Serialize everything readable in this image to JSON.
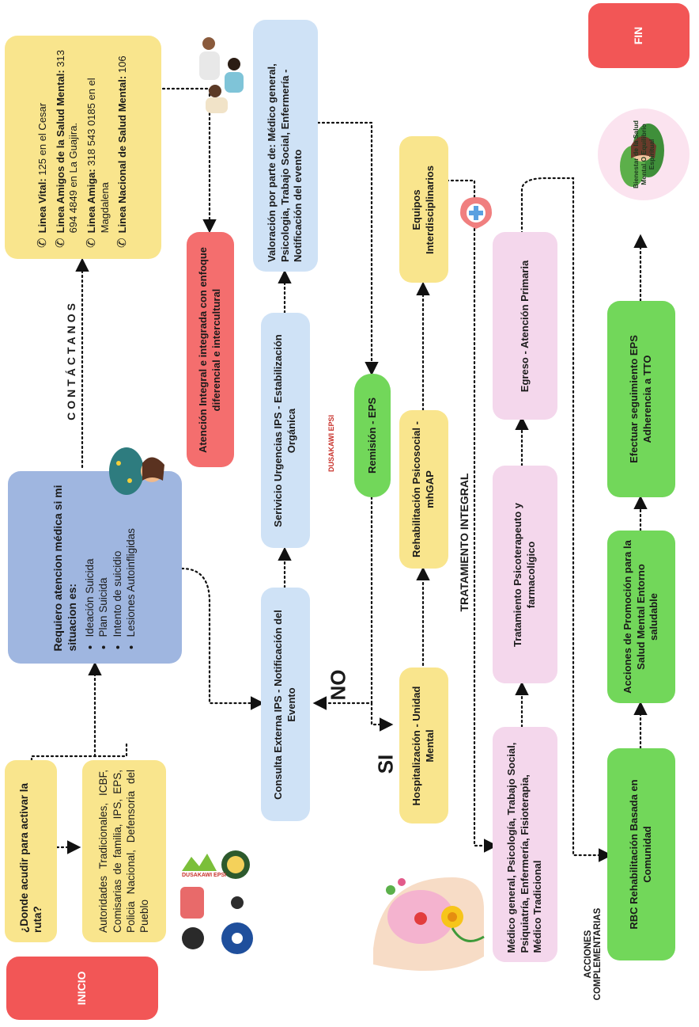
{
  "start": {
    "label": "INICIO"
  },
  "end": {
    "label": "FIN"
  },
  "where": {
    "question": "¿Donde acudir para activar la ruta?",
    "places": "Autoridades Tradicionales, ICBF, Comisarias de familia, IPS, EPS, Policia Nacional, Defensoria del Pueblo"
  },
  "need": {
    "title": "Requiero atencion médica si mi situacion es:",
    "items": [
      "Ideación Suicida",
      "Plan Suicida",
      "Intento de suicidio",
      "Lesiones Autoinfligidas"
    ]
  },
  "contact": {
    "heading": "CONTÁCTANOS",
    "lines": [
      {
        "name": "Linea Vital:",
        "detail": "125 en el Cesar"
      },
      {
        "name": "Linea Amigos de la Salud Mental:",
        "detail": "313 694 4849 en La Guajira."
      },
      {
        "name": "Linea Amiga:",
        "detail": "318 543 0185 en el Magdalena"
      },
      {
        "name": "Linea Nacional de Salud Mental:",
        "detail": "106"
      }
    ]
  },
  "flow": {
    "attention": "Atención Integral e integrada con enfoque diferencial e intercultural",
    "assessment": "Valoración por parte de: Médico general, Psicologia, Trabajo Social, Enfermería - Notificación del evento",
    "urgencias": "Serivicio Urgencias IPS - Estabilización Orgánica",
    "consulta": "Consulta Externa IPS - Notificación del Evento",
    "remision": "Remisión - EPS",
    "no": "NO",
    "si": "SI",
    "hospitalizacion": "Hospitalización - Unidad Mental",
    "rehab": "Rehabilitación Psicosocial - mhGAP",
    "equipos": "Equipos Interdisciplinarios",
    "tratamiento_label": "TRATAMIENTO INTEGRAL",
    "profesionales": "Médico general, Psicología, Trabajo Social, Psiquiatría, Enfermería, Fisioterapia, Médico Tradicional",
    "tratamiento": "Tratamiento Psicoterapeuto y farmacolígico",
    "egreso": "Egreso - Atención Primaria",
    "acciones_label": "ACCIONES COMPLEMENTARIAS",
    "rbc": "RBC Rehabilitación Basada en Comunidad",
    "promocion": "Acciones de Promoción para la Salud Mental Entorno saludable",
    "seguimiento": "Efectuar seguimiento EPS Adherencia a TTO"
  },
  "logos": {
    "dusakawi": "DUSAKAWI EPSI",
    "badge_text": "Bienestar de la Salud Mental O Equilibrio Espiritual",
    "icons": [
      "phone-icon",
      "medical-cross-icon",
      "brain-flower-icon",
      "clinician-illustration",
      "person-illustration"
    ]
  },
  "colors": {
    "yellow": "#f9e58d",
    "blue": "#cfe2f6",
    "pink": "#f4d7ec",
    "green": "#72d75a",
    "red": "#f25656",
    "salmon": "#f46e6e",
    "steel": "#9fb6e0"
  }
}
